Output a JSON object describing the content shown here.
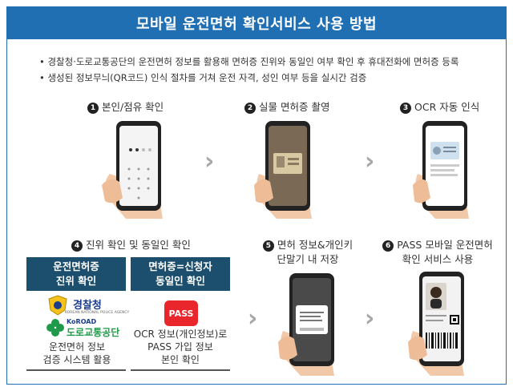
{
  "title": "모바일 운전면허 확인서비스 사용 방법",
  "bullets": [
    "경찰청·도로교통공단의 운전면허 정보를 활용해 면허증 진위와 동일인 여부 확인 후 휴대전화에 면허증 등록",
    "생성된 정보무늬(QR코드) 인식 절차를 거쳐 운전 자격, 성인 여부 등을 실시간 검증"
  ],
  "steps": {
    "s1": {
      "num": "1",
      "label": "본인/점유 확인"
    },
    "s2": {
      "num": "2",
      "label": "실물 면허증 촬영"
    },
    "s3": {
      "num": "3",
      "label": "OCR 자동 인식"
    },
    "s4": {
      "num": "4",
      "label": "진위 확인 및 동일인 확인"
    },
    "s5": {
      "num": "5",
      "line1": "면허 정보&개인키",
      "line2": "단말기 내 저장"
    },
    "s6": {
      "num": "6",
      "line1": "PASS 모바일 운전면허",
      "line2": "확인 서비스 사용"
    }
  },
  "verify": {
    "left_header_1": "운전면허증",
    "left_header_2": "진위 확인",
    "right_header_1": "면허증=신청자",
    "right_header_2": "동일인 확인",
    "police_logo_text": "경찰청",
    "police_sub": "KOREAN NATIONAL POLICE AGENCY",
    "koroad_logo_text": "KoROAD",
    "koroad_sub": "도로교통공단",
    "pass_logo_text": "PASS",
    "left_desc_1": "운전면허 정보",
    "left_desc_2": "검증 시스템 활용",
    "right_desc_1": "OCR 정보(개인정보)로",
    "right_desc_2": "PASS 가입 정보",
    "right_desc_3": "본인 확인"
  },
  "colors": {
    "brand_blue": "#1f6fb2",
    "header_navy": "#1c4e6e",
    "pass_red": "#e8262b"
  },
  "icons": {
    "arrow": "›"
  }
}
